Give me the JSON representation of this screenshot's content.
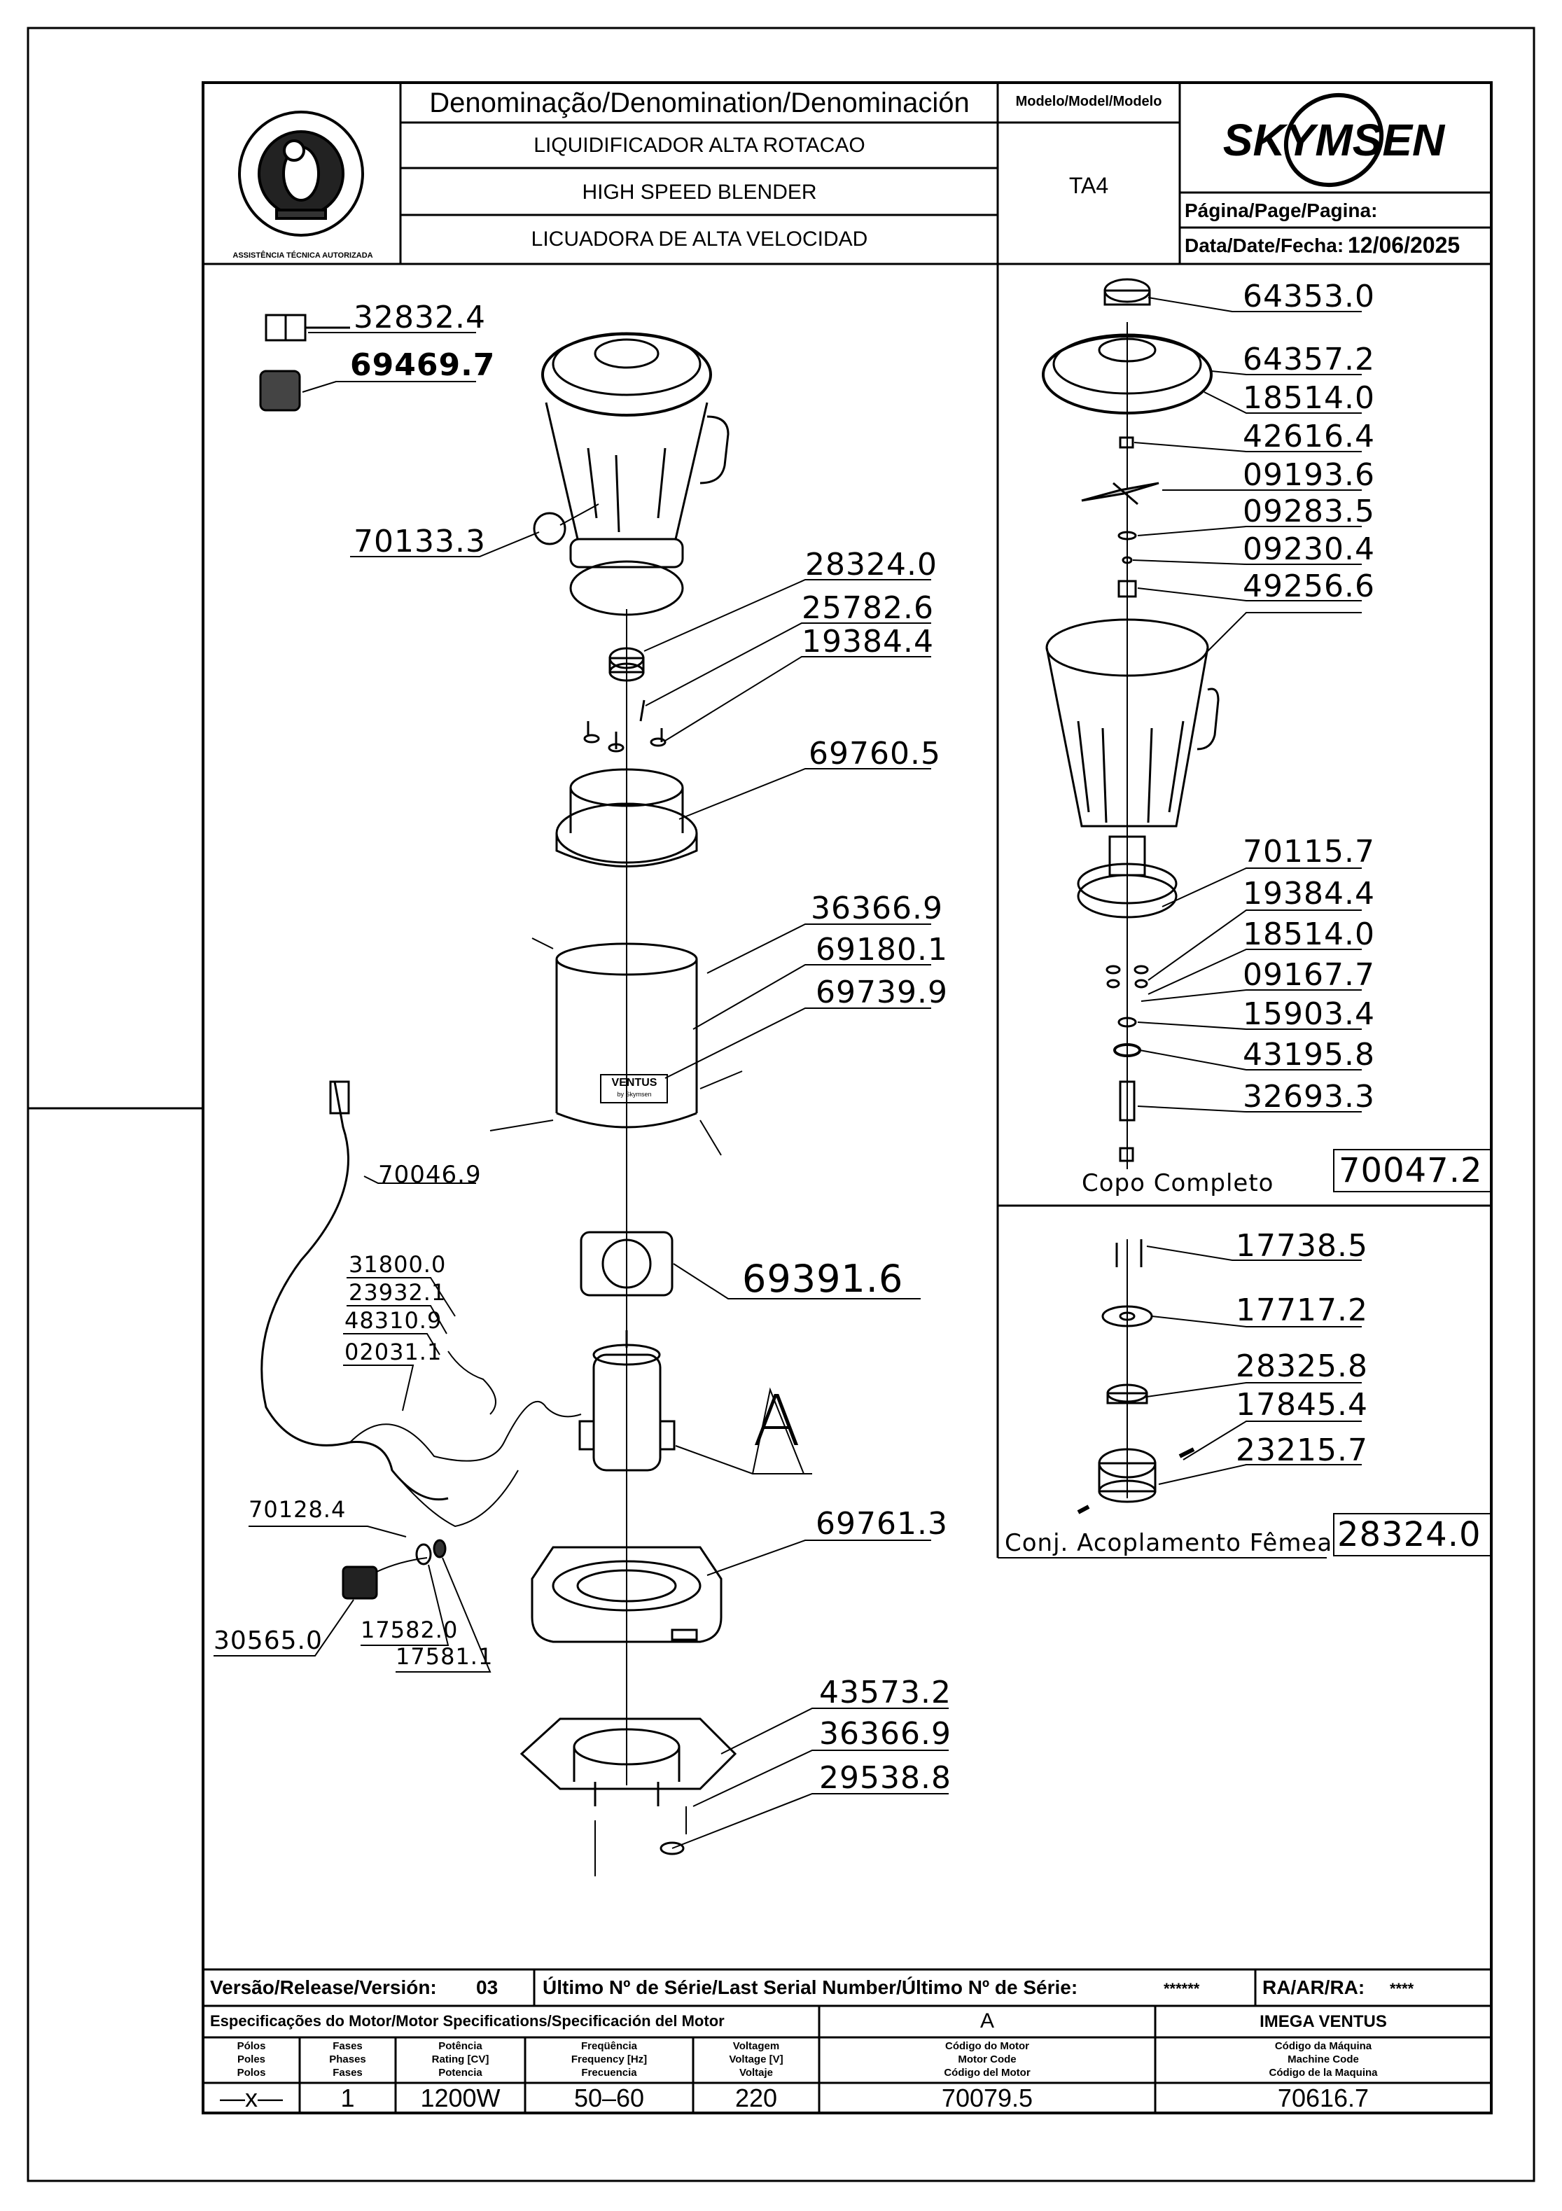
{
  "header": {
    "denomination_label": "Denominação/Denomination/Denominación",
    "name_pt": "LIQUIDIFICADOR ALTA ROTACAO",
    "name_en": "HIGH SPEED BLENDER",
    "name_es": "LICUADORA DE ALTA VELOCIDAD",
    "model_label": "Modelo/Model/Modelo",
    "model_value": "TA4",
    "brand": "SKYMSEN",
    "page_label": "Página/Page/Pagina:",
    "date_label": "Data/Date/Fecha:",
    "date_value": "12/06/2025",
    "logo_text": "ASSISTÊNCIA TÉCNICA AUTORIZADA"
  },
  "parts_main": [
    "32832.4",
    "69469.7",
    "70133.3",
    "28324.0",
    "25782.6",
    "19384.4",
    "69760.5",
    "36366.9",
    "69180.1",
    "69739.9",
    "70046.9",
    "69391.6",
    "31800.0",
    "23932.1",
    "48310.9",
    "02031.1",
    "A",
    "70128.4",
    "69761.3",
    "30565.0",
    "17582.0",
    "17581.1",
    "43573.2",
    "36366.9",
    "29538.8"
  ],
  "cup_panel": {
    "parts": [
      "64353.0",
      "64357.2",
      "18514.0",
      "42616.4",
      "09193.6",
      "09283.5",
      "09230.4",
      "49256.6",
      "70115.7",
      "19384.4",
      "18514.0",
      "09167.7",
      "15903.4",
      "43195.8",
      "32693.3"
    ],
    "caption": "Copo Completo",
    "code": "70047.2"
  },
  "coupling_panel": {
    "parts": [
      "17738.5",
      "17717.2",
      "28325.8",
      "17845.4",
      "23215.7"
    ],
    "caption": "Conj. Acoplamento Fêmea",
    "code": "28324.0"
  },
  "footer": {
    "version_label": "Versão/Release/Versión:",
    "version_value": "03",
    "serial_label": "Último Nº de Série/Last Serial Number/Último Nº de Série:",
    "serial_value": "******",
    "ra_label": "RA/AR/RA:",
    "ra_value": "****",
    "motor_spec_label": "Especificações do Motor/Motor Specifications/Specificación del Motor",
    "motor_group": "A",
    "machine_name": "IMEGA VENTUS",
    "columns": [
      {
        "l1": "Pólos",
        "l2": "Poles",
        "l3": "Polos",
        "value": "—x—"
      },
      {
        "l1": "Fases",
        "l2": "Phases",
        "l3": "Fases",
        "value": "1"
      },
      {
        "l1": "Potência",
        "l2": "Rating [CV]",
        "l3": "Potencia",
        "value": "1200W"
      },
      {
        "l1": "Freqüência",
        "l2": "Frequency [Hz]",
        "l3": "Frecuencia",
        "value": "50–60"
      },
      {
        "l1": "Voltagem",
        "l2": "Voltage [V]",
        "l3": "Voltaje",
        "value": "220"
      },
      {
        "l1": "Código do Motor",
        "l2": "Motor Code",
        "l3": "Código del Motor",
        "value": "70079.5"
      },
      {
        "l1": "Código da Máquina",
        "l2": "Machine Code",
        "l3": "Código de la Maquina",
        "value": "70616.7"
      }
    ]
  },
  "drawing_labels": {
    "ventus_badge": "VENTUS",
    "ventus_sub": "by Skymsen"
  }
}
